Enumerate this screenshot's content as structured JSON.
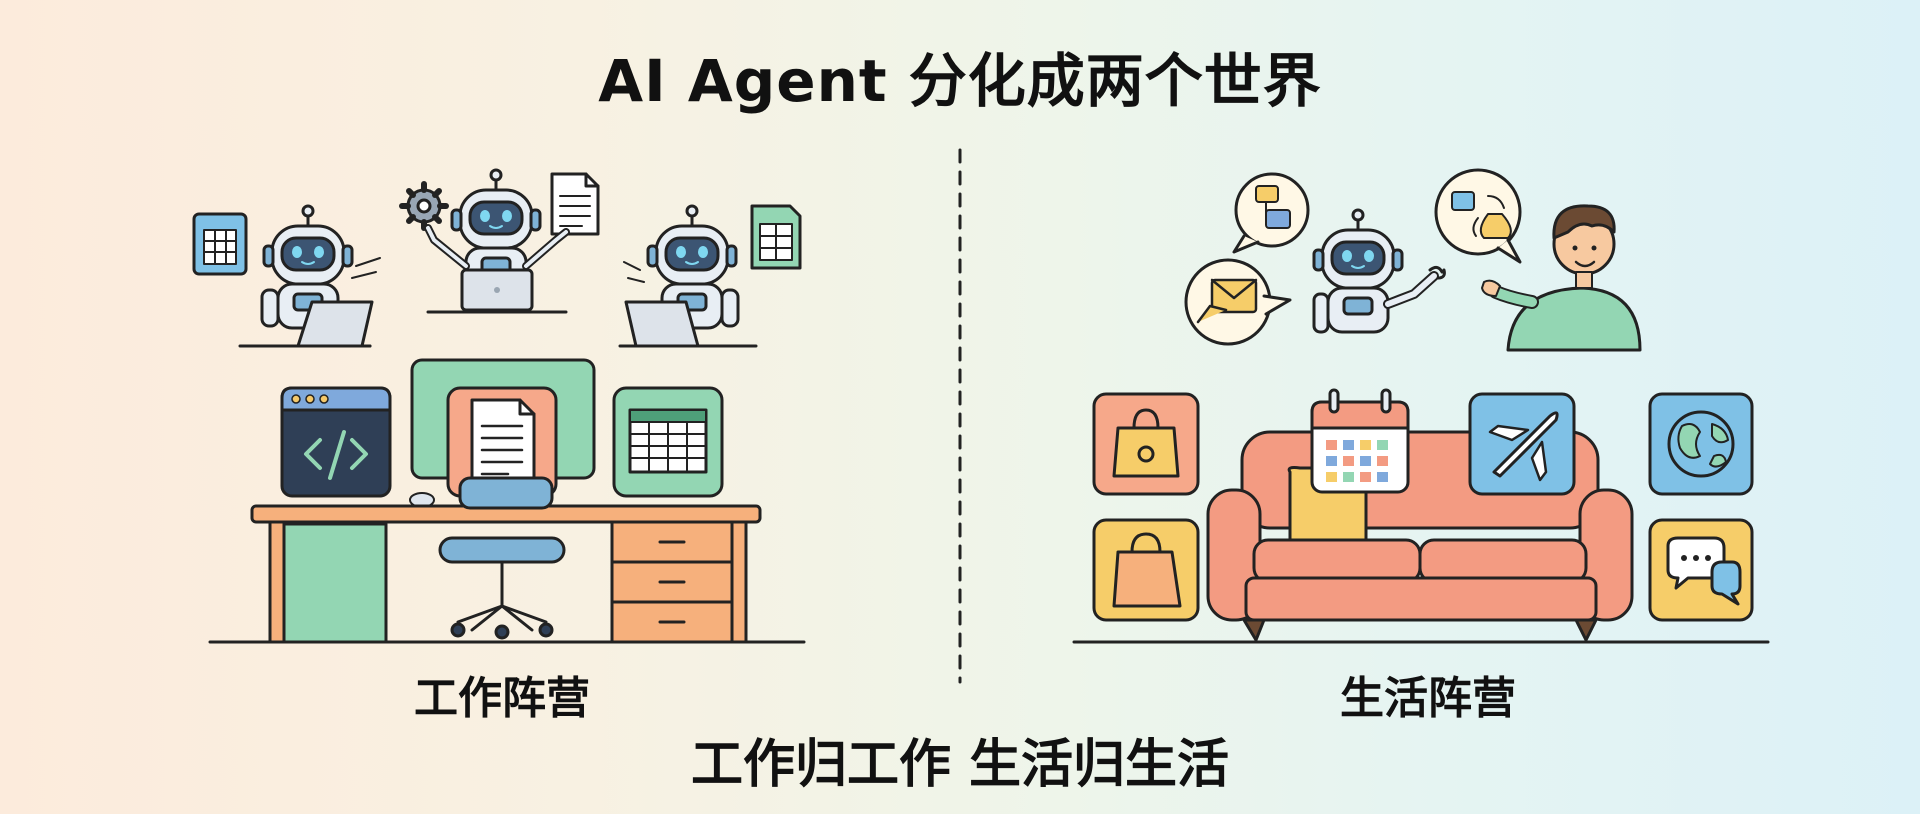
{
  "title": "AI Agent 分化成两个世界",
  "left_label": "工作阵营",
  "right_label": "生活阵营",
  "slogan": "工作归工作 生活归生活",
  "colors": {
    "mint": "#93d6b3",
    "peach": "#f6a88a",
    "sofa": "#f39b82",
    "blue": "#7fc1e6",
    "yellow": "#f6cd69",
    "navy": "#2f3f56",
    "outline": "#222222",
    "robot_face": "#3c5573",
    "robot_eye": "#7fd7f0"
  },
  "icons": [
    "robot-icon",
    "spreadsheet-icon",
    "gear-icon",
    "document-icon",
    "laptop-icon",
    "code-window-icon",
    "desk-icon",
    "office-chair-icon",
    "drawer-cabinet-icon",
    "person-icon",
    "envelope-icon",
    "cart-icon",
    "shopping-bag-icon",
    "money-bag-icon",
    "calendar-icon",
    "airplane-icon",
    "globe-icon",
    "chat-icon",
    "sofa-icon",
    "pillow-icon"
  ]
}
